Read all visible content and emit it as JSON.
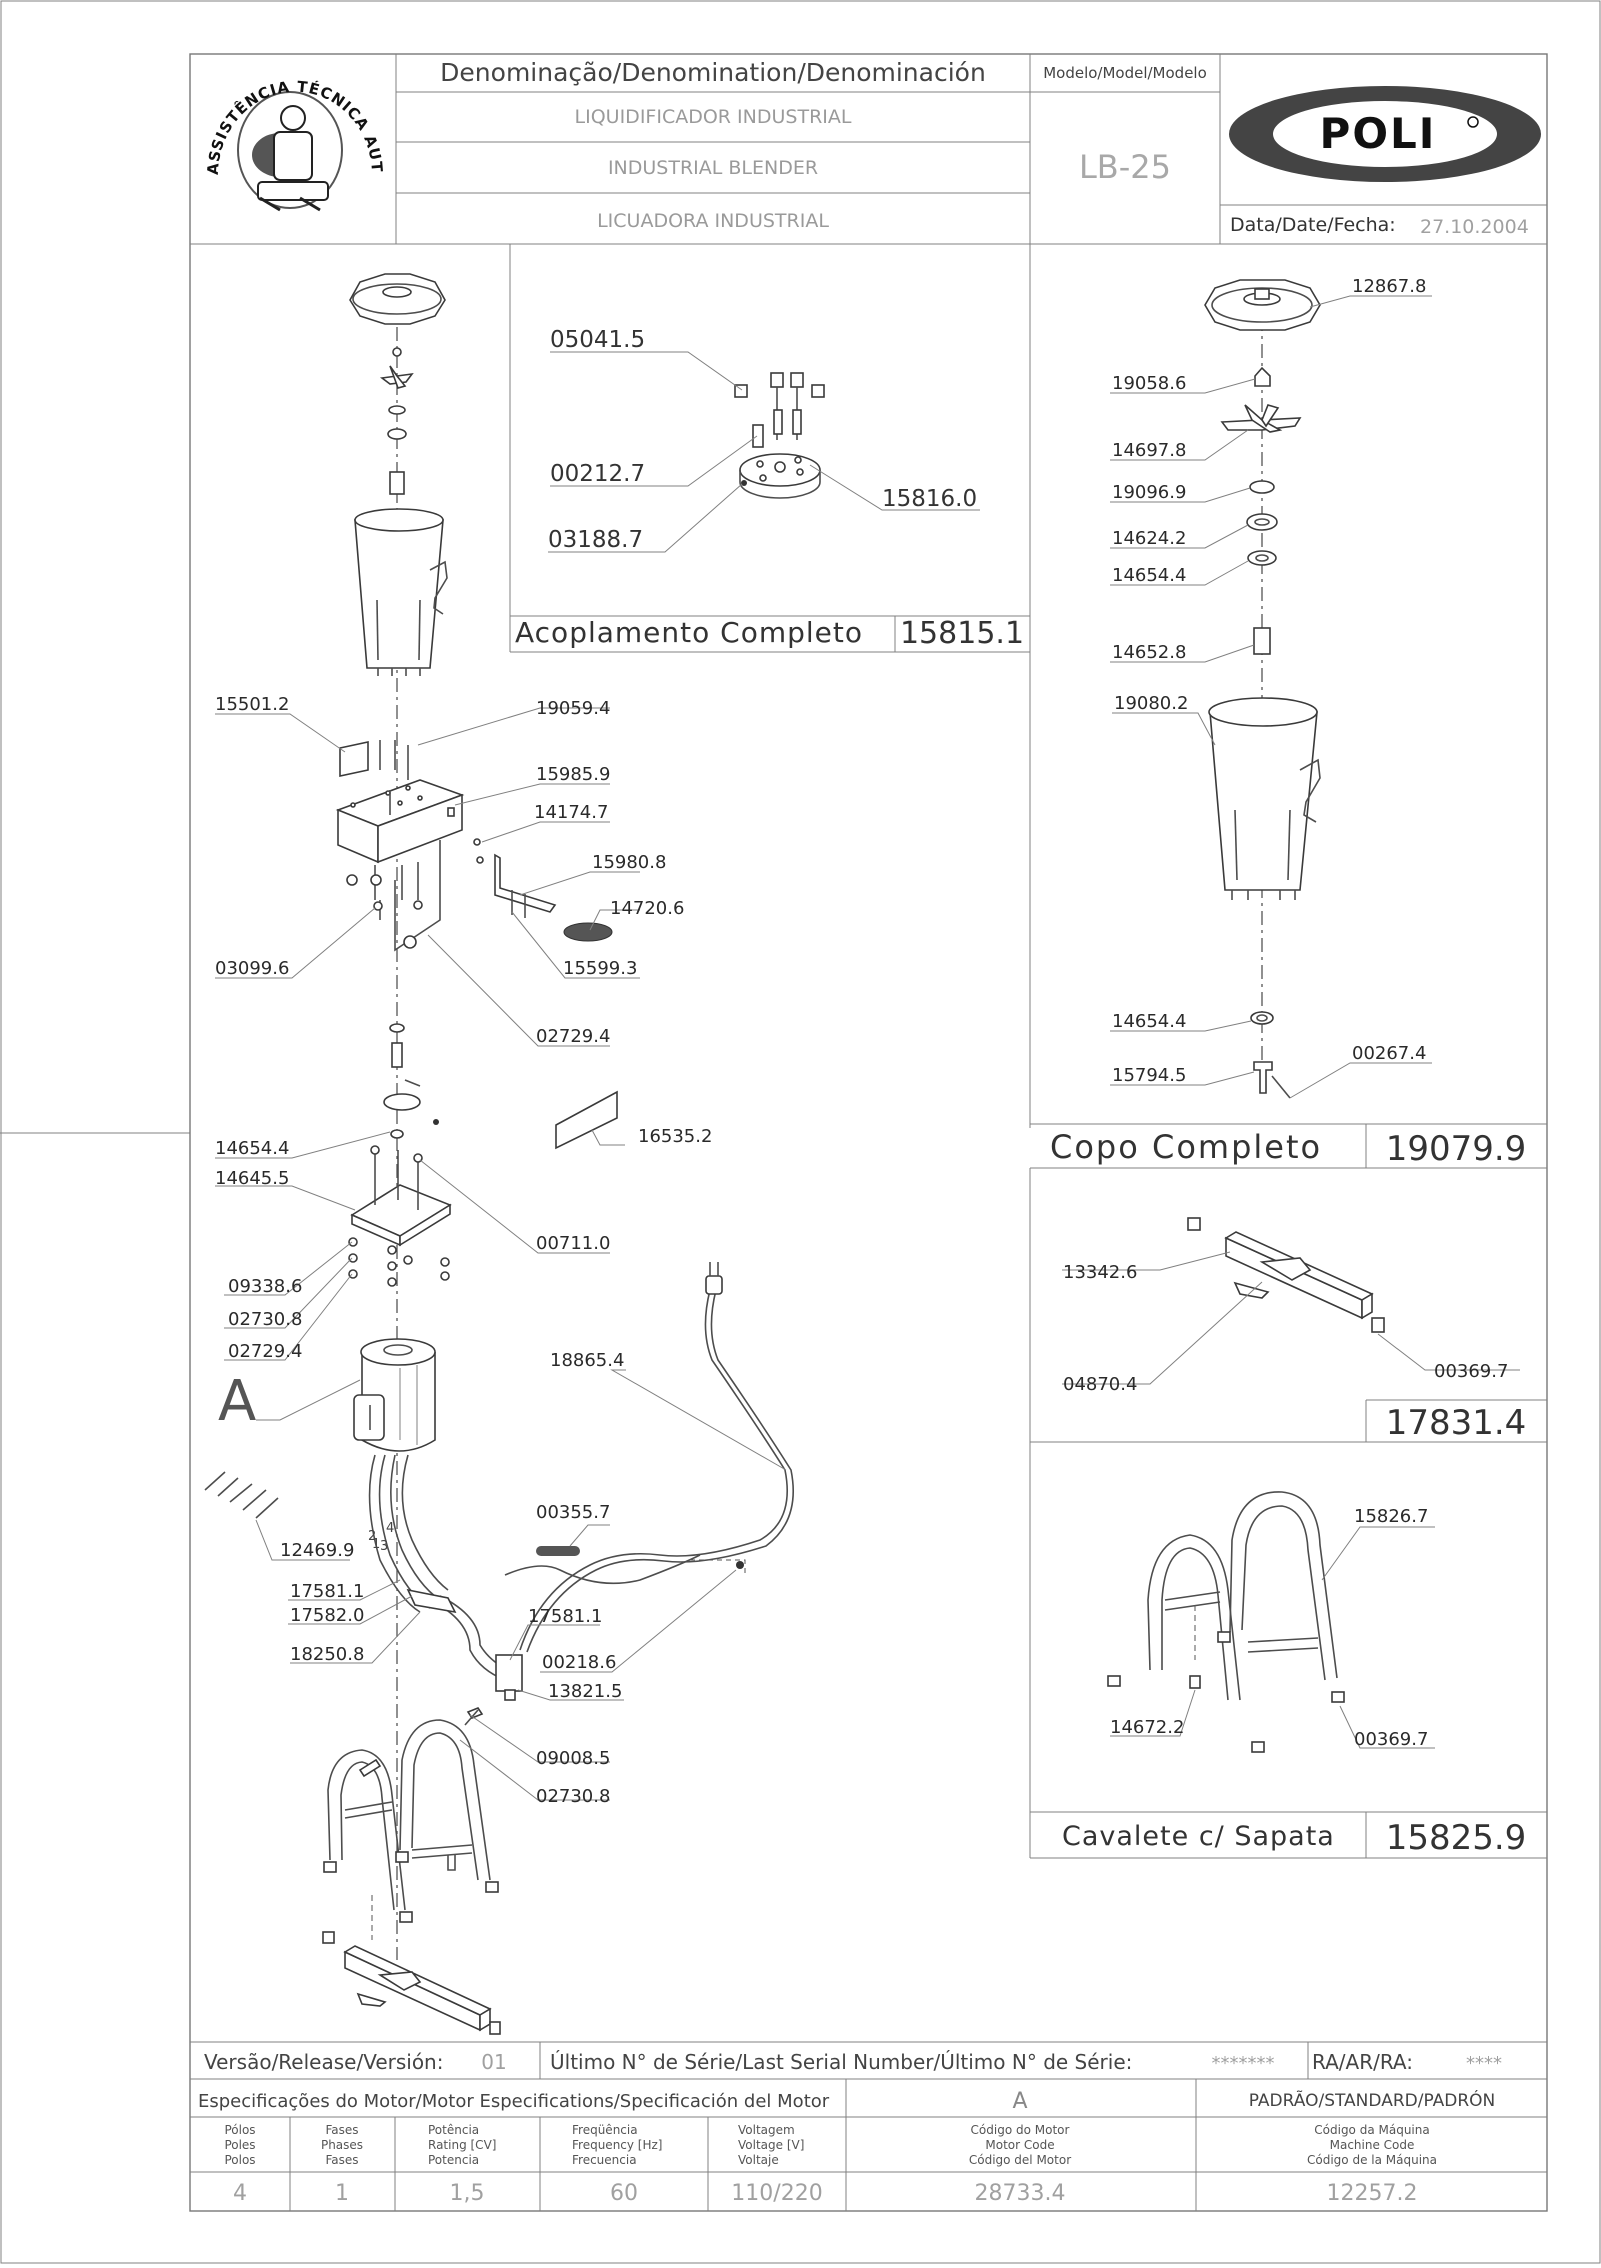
{
  "header": {
    "denomination_title": "Denominação/Denomination/Denominación",
    "name_pt": "LIQUIDIFICADOR INDUSTRIAL",
    "name_en": "INDUSTRIAL BLENDER",
    "name_es": "LICUADORA INDUSTRIAL",
    "model_title": "Modelo/Model/Modelo",
    "model": "LB-25",
    "brand": "POLI",
    "date_label": "Data/Date/Fecha:",
    "date": "27.10.2004",
    "seal_text": "ASSISTÊNCIA TÉCNICA AUTORIZADA"
  },
  "sections": {
    "coupling": {
      "title": "Acoplamento Completo",
      "code": "15815.1"
    },
    "cup": {
      "title": "Copo Completo",
      "code": "19079.9"
    },
    "bar": {
      "code": "17831.4"
    },
    "stand": {
      "title": "Cavalete c/ Sapata",
      "code": "15825.9"
    }
  },
  "labels": {
    "coupling": [
      "05041.5",
      "00212.7",
      "03188.7",
      "15816.0"
    ],
    "cup": [
      "12867.8",
      "19058.6",
      "14697.8",
      "19096.9",
      "14624.2",
      "14654.4",
      "14652.8",
      "19080.2",
      "14654.4",
      "15794.5",
      "00267.4"
    ],
    "bar": [
      "13342.6",
      "04870.4",
      "00369.7"
    ],
    "stand": [
      "15826.7",
      "14672.2",
      "00369.7"
    ],
    "main": [
      "15501.2",
      "19059.4",
      "15985.9",
      "14174.7",
      "15980.8",
      "14720.6",
      "15599.3",
      "03099.6",
      "02729.4",
      "16535.2",
      "14654.4",
      "14645.5",
      "00711.0",
      "09338.6",
      "02730.8",
      "02729.4",
      "A",
      "18865.4",
      "00355.7",
      "12469.9",
      "17581.1",
      "17582.0",
      "17581.1",
      "00218.6",
      "18250.8",
      "13821.5",
      "09008.5",
      "02730.8"
    ],
    "motor_numbers": [
      "1",
      "2",
      "3",
      "4"
    ]
  },
  "footer": {
    "version_label": "Versão/Release/Versión:",
    "version": "01",
    "serial_label": "Último N° de Série/Last Serial Number/Último N° de Série:",
    "serial": "*******",
    "ra_label": "RA/AR/RA:",
    "ra": "****",
    "motor_spec_title": "Especificações do Motor/Motor Especifications/Specificación del Motor",
    "motor_letter": "A",
    "standard_title": "PADRÃO/STANDARD/PADRÓN",
    "columns": [
      {
        "lines": [
          "Pólos",
          "Poles",
          "Polos"
        ],
        "value": "4"
      },
      {
        "lines": [
          "Fases",
          "Phases",
          "Fases"
        ],
        "value": "1"
      },
      {
        "lines": [
          "Potência",
          "Rating [CV]",
          "Potencia"
        ],
        "value": "1,5"
      },
      {
        "lines": [
          "Freqüência",
          "Frequency [Hz]",
          "Frecuencia"
        ],
        "value": "60"
      },
      {
        "lines": [
          "Voltagem",
          "Voltage [V]",
          "Voltaje"
        ],
        "value": "110/220"
      },
      {
        "lines": [
          "Código do Motor",
          "Motor Code",
          "Código del Motor"
        ],
        "value": "28733.4"
      },
      {
        "lines": [
          "Código da Máquina",
          "Machine Code",
          "Código de la Máquina"
        ],
        "value": "12257.2"
      }
    ]
  }
}
